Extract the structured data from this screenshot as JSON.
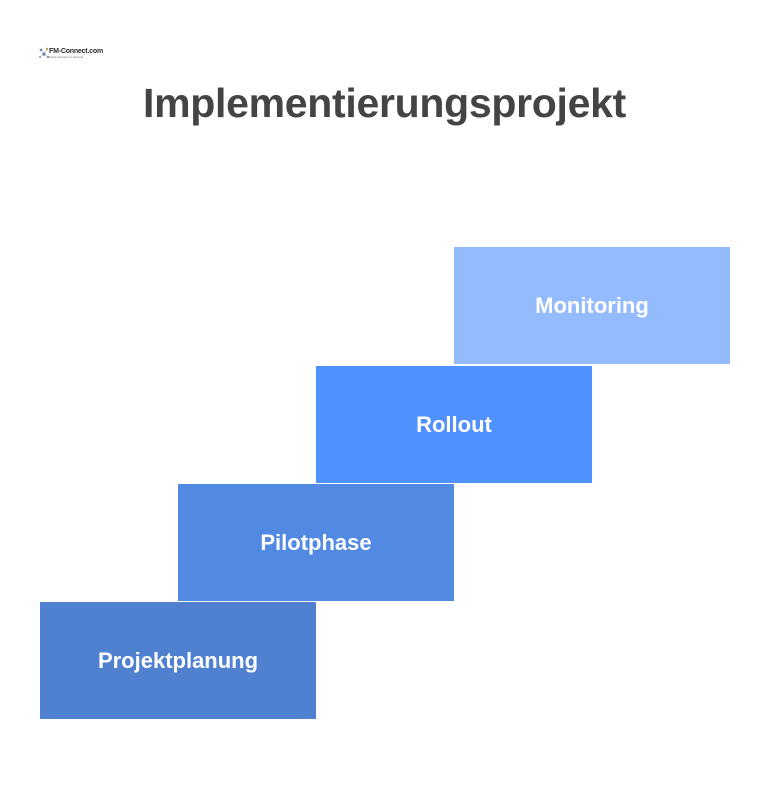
{
  "logo": {
    "text": "FM-Connect.com",
    "tagline": "Facility Management Netzwerk"
  },
  "title": "Implementierungsprojekt",
  "steps": [
    {
      "label": "Projektplanung",
      "color": "#4F81D0"
    },
    {
      "label": "Pilotphase",
      "color": "#5189E3"
    },
    {
      "label": "Rollout",
      "color": "#5092FD"
    },
    {
      "label": "Monitoring",
      "color": "#94BBFE"
    }
  ]
}
